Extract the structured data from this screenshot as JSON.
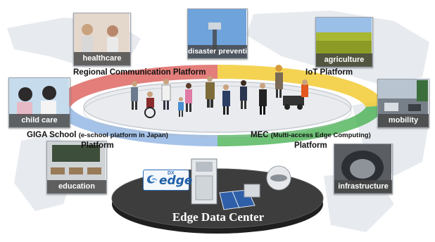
{
  "tiles": {
    "healthcare": "healthcare",
    "disaster_prevention": "disaster prevention",
    "agriculture": "agriculture",
    "child_care": "child care",
    "mobility": "mobility",
    "education": "education",
    "infrastructure": "infrastructure"
  },
  "platforms": {
    "regional": "Regional Communication Platform",
    "iot": "IoT Platform",
    "giga_line1": "GIGA School",
    "giga_note": "(e-school platform in Japan)",
    "giga_line2": "Platform",
    "mec_line1": "MEC",
    "mec_note": "(Multi-access Edge Computing)",
    "mec_line2": "Platform"
  },
  "edge_center": {
    "label": "Edge Data Center",
    "logo_dx": "DX",
    "logo_edge": "edge"
  },
  "colors": {
    "ring_red": "#d9534f",
    "ring_yellow": "#f0c419",
    "ring_green": "#3fae49",
    "ring_blue": "#5b8fd6",
    "platform_disc": "#e9ebee",
    "edge_disc": "#3d3d3d",
    "brand_blue": "#1f5fa8"
  }
}
